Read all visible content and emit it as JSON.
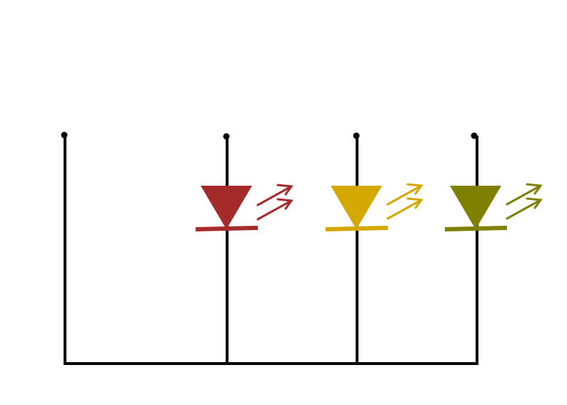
{
  "diagram": {
    "terminals": 4,
    "leds": [
      {
        "name": "red-led",
        "color": "#A52A2A"
      },
      {
        "name": "yellow-led",
        "color": "#D4A800"
      },
      {
        "name": "green-led",
        "color": "#808000"
      }
    ]
  }
}
